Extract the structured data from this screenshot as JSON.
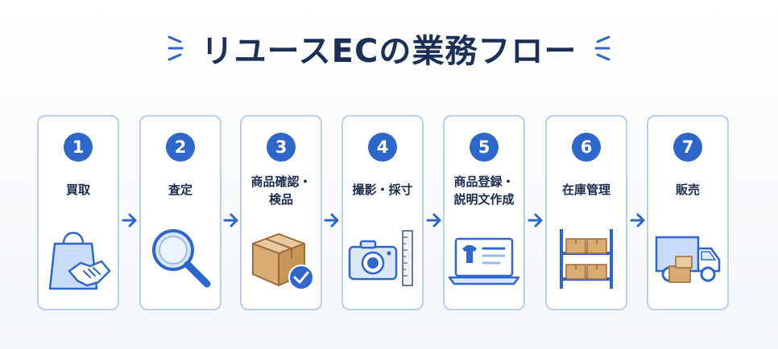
{
  "title": "リユースECの業務フロー",
  "colors": {
    "accent": "#2f66c9",
    "card_border": "#b9d0f1",
    "title": "#1c2f57",
    "icon_fill": "#c9dcf7"
  },
  "steps": [
    {
      "number": "1",
      "label": "買取",
      "icon": "shopping-bag-handshake-icon"
    },
    {
      "number": "2",
      "label": "査定",
      "icon": "magnifier-icon"
    },
    {
      "number": "3",
      "label": "商品確認・\n検品",
      "icon": "box-checkmark-icon"
    },
    {
      "number": "4",
      "label": "撮影・採寸",
      "icon": "camera-ruler-icon"
    },
    {
      "number": "5",
      "label": "商品登録・\n説明文作成",
      "icon": "laptop-listing-icon"
    },
    {
      "number": "6",
      "label": "在庫管理",
      "icon": "warehouse-shelf-icon"
    },
    {
      "number": "7",
      "label": "販売",
      "icon": "delivery-truck-icon"
    }
  ]
}
